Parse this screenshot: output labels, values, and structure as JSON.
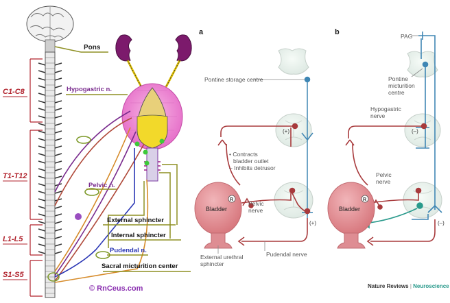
{
  "left_panel": {
    "segments": [
      "C1-C8",
      "T1-T12",
      "L1-L5",
      "S1-S5"
    ],
    "labels": {
      "pons": "Pons",
      "hypogastric": "Hypogastric n.",
      "pelvic": "Pelvic n.",
      "external_sphincter": "External sphincter",
      "internal_sphincter": "Internal sphincter",
      "pudendal": "Pudendal n.",
      "sacral_center": "Sacral micturition center"
    },
    "watermark": "© RnCeus.com"
  },
  "panel_a": {
    "letter": "a",
    "pontine_storage": "Pontine storage centre",
    "plus_top": "(+)",
    "plus_bottom": "(+)",
    "contracts_1": "• Contracts",
    "contracts_2": "bladder outlet",
    "inhibits": "– Inhibits detrusor",
    "bladder": "Bladder",
    "r_badge": "R",
    "pelvic_1": "Pelvic",
    "pelvic_2": "nerve",
    "external_1": "External urethral",
    "external_2": "sphincter",
    "pudendal": "Pudendal nerve"
  },
  "panel_b": {
    "letter": "b",
    "pag": "PAG",
    "pontine_1": "Pontine",
    "pontine_2": "micturition",
    "pontine_3": "centre",
    "hypogastric_1": "Hypogastric",
    "hypogastric_2": "nerve",
    "minus_top": "(–)",
    "minus_bottom": "(–)",
    "pelvic_1": "Pelvic",
    "pelvic_2": "nerve",
    "bladder": "Bladder",
    "r_badge": "R"
  },
  "credit": {
    "journal": "Nature Reviews",
    "separator": " | ",
    "field": "Neuroscience"
  },
  "colors": {
    "nerve_red": "#a83a3c",
    "pontine_blue": "#3f86b4",
    "teal": "#2a9a8c",
    "bladder_pink": "#e79aa1",
    "label_line_olive": "#8d8f22",
    "segment_red": "#b0212b",
    "watermark_purple": "#8a2fb0"
  }
}
